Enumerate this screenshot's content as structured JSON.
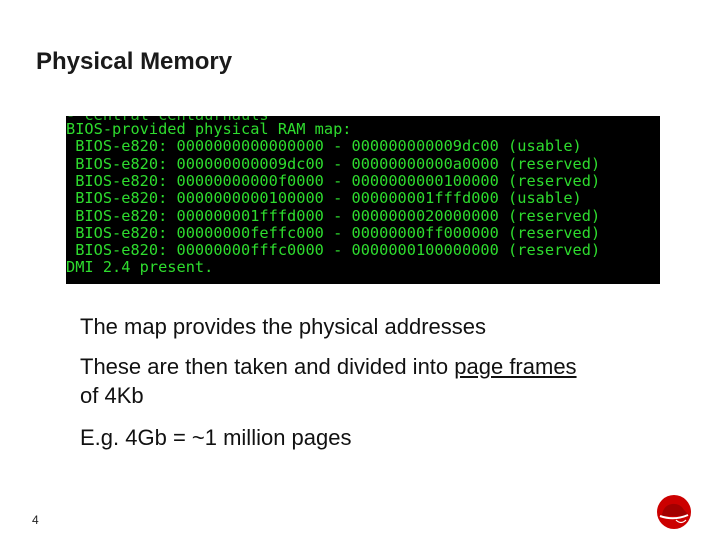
{
  "slide": {
    "title": "Physical Memory",
    "page_number": "4"
  },
  "terminal": {
    "partial_top_line": "- central centaurhauls",
    "lines": [
      "BIOS-provided physical RAM map:",
      " BIOS-e820: 0000000000000000 - 000000000009dc00 (usable)",
      " BIOS-e820: 000000000009dc00 - 00000000000a0000 (reserved)",
      " BIOS-e820: 00000000000f0000 - 0000000000100000 (reserved)",
      " BIOS-e820: 0000000000100000 - 000000001fffd000 (usable)",
      " BIOS-e820: 000000001fffd000 - 0000000020000000 (reserved)",
      " BIOS-e820: 00000000feffc000 - 00000000ff000000 (reserved)",
      " BIOS-e820: 00000000fffc0000 - 0000000100000000 (reserved)",
      "DMI 2.4 present."
    ],
    "text_color": "#2edc2e",
    "background_color": "#000000"
  },
  "content": {
    "line1": "The map provides the physical addresses",
    "line2_prefix": "These are then taken and divided into ",
    "line2_link": "page frames",
    "line3": " of 4Kb",
    "line4": " E.g. 4Gb  = ~1 million pages"
  },
  "logo": {
    "icon": "red-hat-logo-icon",
    "color": "#cc0000"
  }
}
